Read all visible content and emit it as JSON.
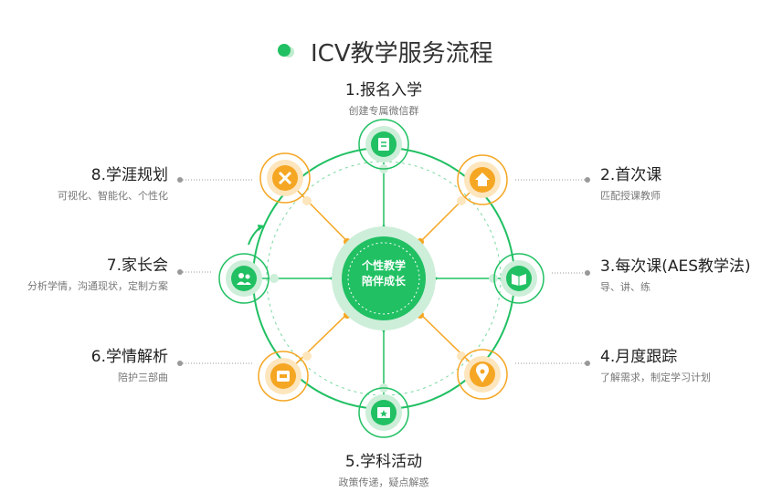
{
  "title": "ICV教学服务流程",
  "center": {
    "line1": "个性教学",
    "line2": "陪伴成长"
  },
  "steps": [
    {
      "title": "1.报名入学",
      "sub": "创建专属微信群",
      "icon": "clipboard-icon"
    },
    {
      "title": "2.首次课",
      "sub": "匹配授课教师",
      "icon": "house-icon"
    },
    {
      "title": "3.每次课(AES教学法)",
      "sub": "导、讲、练",
      "icon": "book-icon"
    },
    {
      "title": "4.月度跟踪",
      "sub": "了解需求，制定学习计划",
      "icon": "location-pin-icon"
    },
    {
      "title": "5.学科活动",
      "sub": "政策传递，疑点解惑",
      "icon": "star-box-icon"
    },
    {
      "title": "6.学情解析",
      "sub": "陪护三部曲",
      "icon": "document-icon"
    },
    {
      "title": "7.家长会",
      "sub": "分析学情，沟通现状，定制方案",
      "icon": "people-icon"
    },
    {
      "title": "8.学涯规划",
      "sub": "可视化、智能化、个性化",
      "icon": "pencil-ruler-icon"
    }
  ],
  "colors": {
    "green": "#21c063",
    "light_green": "#cdeed9",
    "orange": "#f5a623",
    "light_orange": "#fde5bd"
  }
}
